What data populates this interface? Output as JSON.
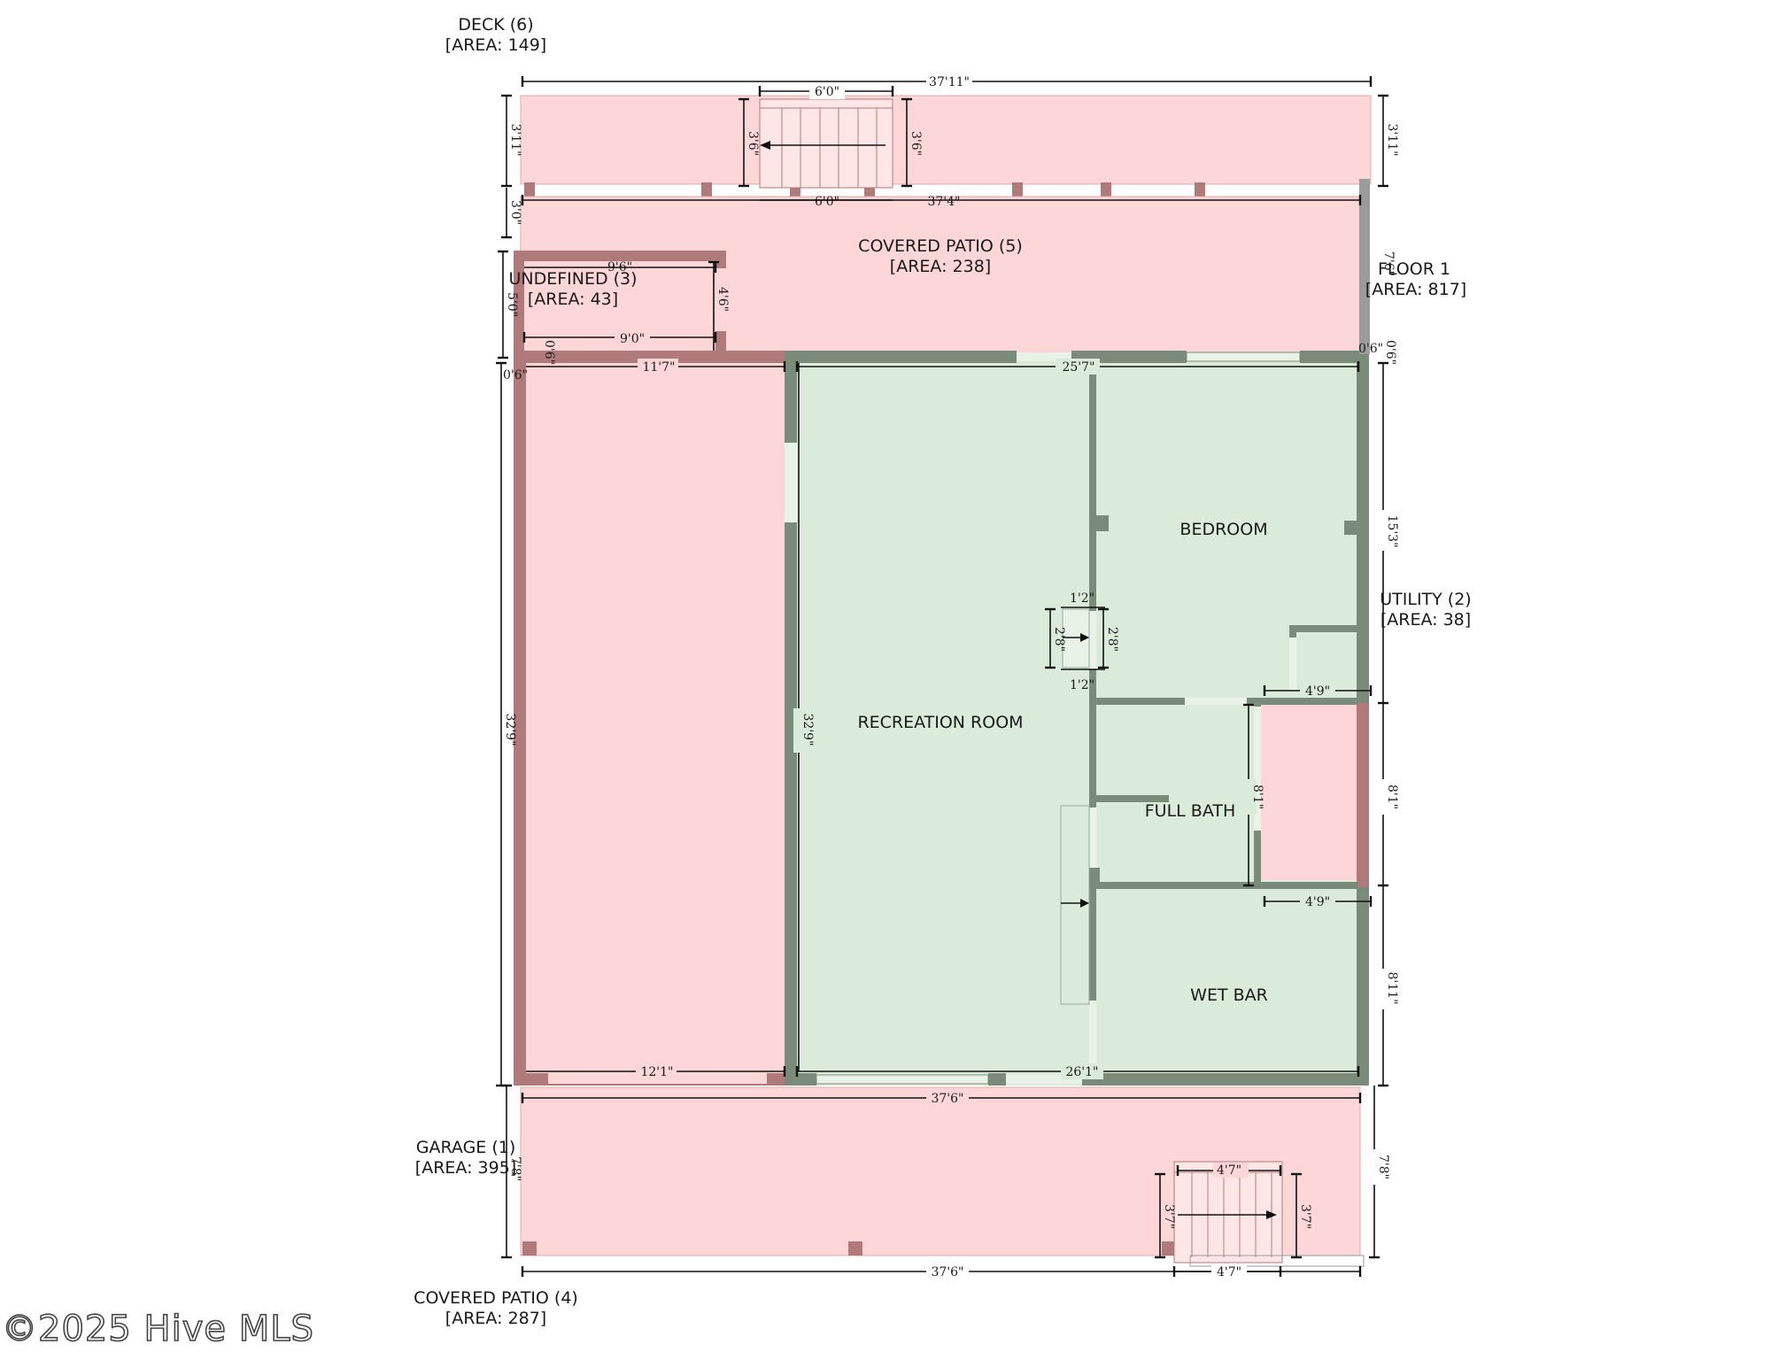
{
  "colors": {
    "exterior_fill": "#fdd7d7",
    "exterior_wall": "#b07a7a",
    "interior_fill": "#daecd9",
    "interior_wall": "#7a8c79",
    "text": "#1a1a1a"
  },
  "areas": {
    "deck": {
      "name": "DECK (6)",
      "area": "[AREA: 149]"
    },
    "covered_patio_5": {
      "name": "COVERED PATIO (5)",
      "area": "[AREA: 238]"
    },
    "undefined_3": {
      "name": "UNDEFINED (3)",
      "area": "[AREA: 43]"
    },
    "floor_1": {
      "name": "FLOOR 1",
      "area": "[AREA: 817]"
    },
    "utility_2": {
      "name": "UTILITY (2)",
      "area": "[AREA: 38]"
    },
    "garage_1": {
      "name": "GARAGE (1)",
      "area": "[AREA: 395]"
    },
    "covered_patio_4": {
      "name": "COVERED PATIO (4)",
      "area": "[AREA: 287]"
    }
  },
  "rooms": {
    "recreation_room": "RECREATION ROOM",
    "bedroom": "BEDROOM",
    "full_bath": "FULL BATH",
    "wet_bar": "WET BAR"
  },
  "dimensions": {
    "deck_width": "37'11\"",
    "deck_depth_left": "3'11\"",
    "deck_depth_right": "3'11\"",
    "deck_stair_width_top": "6'0\"",
    "deck_stair_width_bottom": "6'0\"",
    "deck_stair_depth_left": "3'6\"",
    "deck_stair_depth_right": "3'6\"",
    "patio5_width": "37'4\"",
    "patio5_offset": "3'0\"",
    "patio5_depth_right": "7'6\"",
    "undefined_width_top": "9'6\"",
    "undefined_width_bottom": "9'0\"",
    "undefined_depth": "4'6\"",
    "undefined_depth_outer": "5'0\"",
    "undefined_wall": "0'6\"",
    "wall_left": "0'6\"",
    "wall_right_a": "0'6\"",
    "wall_right_b": "0'6\"",
    "garage_width_top": "11'7\"",
    "garage_width_bottom": "12'1\"",
    "garage_depth": "32'9\"",
    "rec_depth": "32'9\"",
    "main_width_top": "25'7\"",
    "main_width_bottom": "26'1\"",
    "bedroom_depth": "15'3\"",
    "closet_top": "1'2\"",
    "closet_bottom": "1'2\"",
    "closet_depth_left": "2'8\"",
    "closet_depth_right": "2'8\"",
    "utility_width_top": "4'9\"",
    "utility_width_bottom": "4'9\"",
    "utility_depth_inner": "8'1\"",
    "utility_depth_outer": "8'1\"",
    "wetbar_depth": "8'11\"",
    "patio4_width_top": "37'6\"",
    "patio4_width_bottom": "37'6\"",
    "patio4_depth_left": "7'8\"",
    "patio4_depth_right": "7'8\"",
    "patio4_stair_top": "4'7\"",
    "patio4_stair_bottom": "4'7\"",
    "patio4_stair_left": "3'7\"",
    "patio4_stair_right": "3'7\""
  },
  "watermark": "©2025 Hive MLS"
}
